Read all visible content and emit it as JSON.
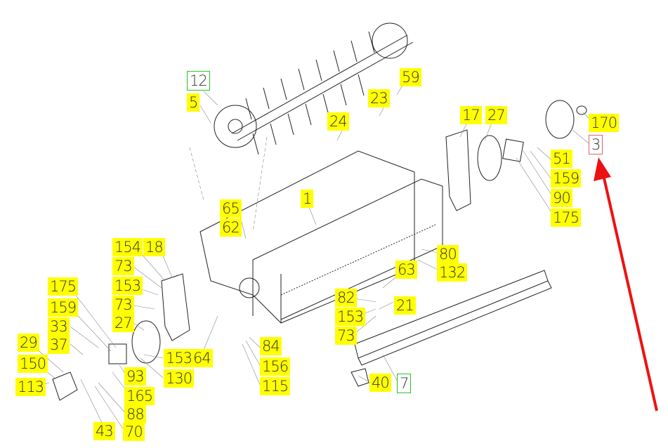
{
  "diagram": {
    "type": "exploded-parts-diagram",
    "highlight_color": "#ffff00",
    "arrow_color": "#ee1111",
    "callouts": [
      {
        "id": "12",
        "style": "green"
      },
      {
        "id": "5",
        "style": "yellow"
      },
      {
        "id": "59",
        "style": "yellow"
      },
      {
        "id": "23",
        "style": "yellow"
      },
      {
        "id": "24",
        "style": "yellow"
      },
      {
        "id": "17",
        "style": "yellow"
      },
      {
        "id": "27",
        "style": "yellow"
      },
      {
        "id": "170",
        "style": "yellow"
      },
      {
        "id": "3",
        "style": "red"
      },
      {
        "id": "51",
        "style": "yellow"
      },
      {
        "id": "159",
        "style": "yellow"
      },
      {
        "id": "90",
        "style": "yellow"
      },
      {
        "id": "175",
        "style": "yellow"
      },
      {
        "id": "65",
        "style": "yellow"
      },
      {
        "id": "62",
        "style": "yellow"
      },
      {
        "id": "1",
        "style": "yellow"
      },
      {
        "id": "154",
        "style": "yellow"
      },
      {
        "id": "18",
        "style": "yellow"
      },
      {
        "id": "73",
        "style": "yellow"
      },
      {
        "id": "153",
        "style": "yellow"
      },
      {
        "id": "73",
        "style": "yellow"
      },
      {
        "id": "27",
        "style": "yellow"
      },
      {
        "id": "80",
        "style": "yellow"
      },
      {
        "id": "132",
        "style": "yellow"
      },
      {
        "id": "63",
        "style": "yellow"
      },
      {
        "id": "21",
        "style": "yellow"
      },
      {
        "id": "82",
        "style": "yellow"
      },
      {
        "id": "153",
        "style": "yellow"
      },
      {
        "id": "73",
        "style": "yellow"
      },
      {
        "id": "175",
        "style": "yellow"
      },
      {
        "id": "159",
        "style": "yellow"
      },
      {
        "id": "33",
        "style": "yellow"
      },
      {
        "id": "37",
        "style": "yellow"
      },
      {
        "id": "29",
        "style": "yellow"
      },
      {
        "id": "150",
        "style": "yellow"
      },
      {
        "id": "113",
        "style": "yellow"
      },
      {
        "id": "84",
        "style": "yellow"
      },
      {
        "id": "156",
        "style": "yellow"
      },
      {
        "id": "115",
        "style": "yellow"
      },
      {
        "id": "153",
        "style": "yellow"
      },
      {
        "id": "64",
        "style": "yellow"
      },
      {
        "id": "130",
        "style": "yellow"
      },
      {
        "id": "93",
        "style": "yellow"
      },
      {
        "id": "165",
        "style": "yellow"
      },
      {
        "id": "88",
        "style": "yellow"
      },
      {
        "id": "70",
        "style": "yellow"
      },
      {
        "id": "43",
        "style": "yellow"
      },
      {
        "id": "40",
        "style": "yellow"
      },
      {
        "id": "7",
        "style": "green"
      }
    ]
  }
}
